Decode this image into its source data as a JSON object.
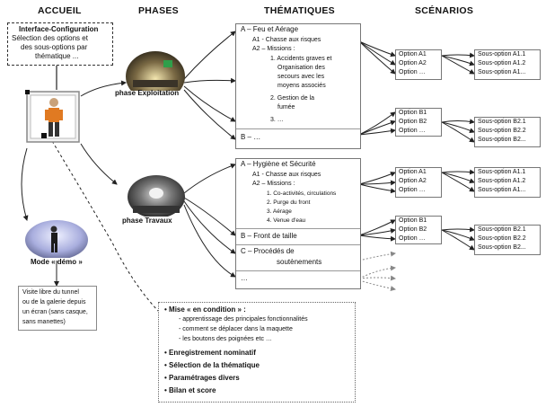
{
  "headers": {
    "accueil": "ACCUEIL",
    "phases": "PHASES",
    "thematiques": "THÉMATIQUES",
    "scenarios": "SCÉNARIOS"
  },
  "interface_box": {
    "title": "Interface-Configuration",
    "lines": [
      "Sélection des options et",
      "des sous-options par",
      "thématique ..."
    ]
  },
  "mode_demo": {
    "label": "Mode « démo »",
    "desc": [
      "Visite libre du tunnel",
      "ou de la galerie depuis",
      "un écran (sans casque,",
      "sans manettes)"
    ]
  },
  "phase_exploitation": "phase Exploitation",
  "phase_travaux": "phase Travaux",
  "thema_box1": {
    "a_title": "A – Feu et Aérage",
    "a1": "A1 - Chasse aux risques",
    "a2": "A2 – Missions :",
    "m1": [
      "1. Accidents graves et",
      "Organisation des",
      "secours avec les",
      "moyens associés"
    ],
    "m2": [
      "2. Gestion de la",
      "fumée"
    ],
    "m3": "3. …",
    "b": "B – …"
  },
  "thema_box2": {
    "a_title": "A – Hygiène et Sécurité",
    "a1": "A1 - Chasse aux risques",
    "a2": "A2 – Missions :",
    "missions": [
      "1. Co-activités, circulations",
      "2. Purge du front",
      "3. Aérage",
      "4. Venue d'eau"
    ],
    "b": "B – Front de taille",
    "c": [
      "C – Procédés de",
      "soutènements"
    ],
    "etc": "…"
  },
  "options": {
    "g1": [
      "Option A1",
      "Option A2",
      "Option …"
    ],
    "g2": [
      "Option B1",
      "Option B2",
      "Option …"
    ],
    "g3": [
      "Option A1",
      "Option A2",
      "Option …"
    ],
    "g4": [
      "Option B1",
      "Option B2",
      "Option …"
    ]
  },
  "sous_options": {
    "g1": [
      "Sous-option A1.1",
      "Sous-option A1.2",
      "Sous-option A1..."
    ],
    "g2": [
      "Sous-option B2.1",
      "Sous-option B2.2",
      "Sous-option B2..."
    ],
    "g3": [
      "Sous-option A1.1",
      "Sous-option A1.2",
      "Sous-option A1..."
    ],
    "g4": [
      "Sous-option B2.1",
      "Sous-option B2.2",
      "Sous-option B2..."
    ]
  },
  "bottom_box": {
    "mise_title": "Mise « en condition » :",
    "mise_items": [
      "- apprentissage des principales fonctionnalités",
      "- comment se déplacer dans la maquette",
      "- les boutons des poignées etc …"
    ],
    "items": [
      "Enregistrement nominatif",
      "Sélection de la thématique",
      "Paramétrages divers",
      "Bilan et score"
    ]
  }
}
